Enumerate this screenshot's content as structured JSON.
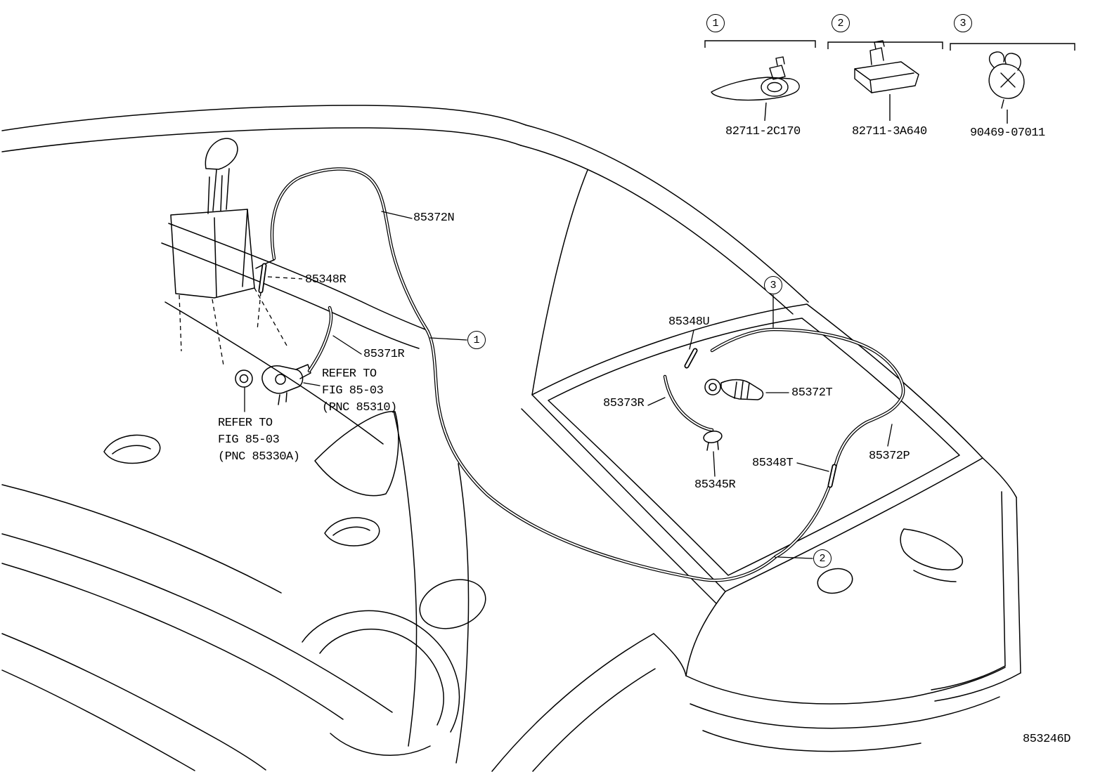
{
  "figure_code": "853246D",
  "labels": {
    "hose_85372N": "85372N",
    "joint_85348R": "85348R",
    "hose_85371R": "85371R",
    "joint_85348U": "85348U",
    "hose_85373R": "85373R",
    "nozzle_85372T": "85372T",
    "grommet_85345R": "85345R",
    "joint_85348T": "85348T",
    "hose_85372P": "85372P"
  },
  "notes": {
    "refer_pump": "REFER TO\nFIG 85-03\n(PNC 85310)",
    "refer_grommet": "REFER TO\nFIG 85-03\n(PNC 85330A)"
  },
  "callouts": {
    "c1": {
      "num": "1",
      "part": "82711-2C170"
    },
    "c2": {
      "num": "2",
      "part": "82711-3A640"
    },
    "c3": {
      "num": "3",
      "part": "90469-07011"
    }
  }
}
